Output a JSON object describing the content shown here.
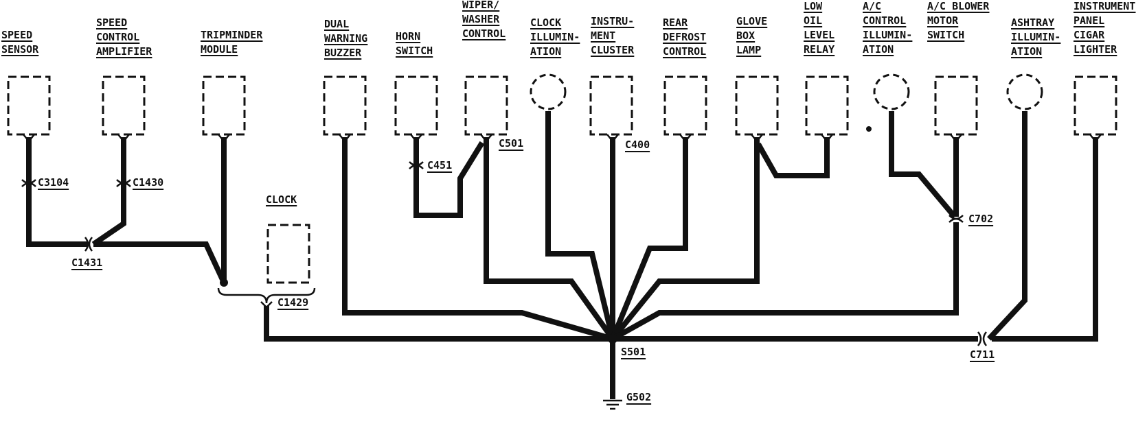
{
  "diagram": {
    "components": [
      {
        "key": "speed_sensor",
        "lines": [
          "SPEED",
          "SENSOR"
        ]
      },
      {
        "key": "speed_control_amplifier",
        "lines": [
          "SPEED",
          "CONTROL",
          "AMPLIFIER"
        ]
      },
      {
        "key": "tripminder_module",
        "lines": [
          "TRIPMINDER",
          "MODULE"
        ]
      },
      {
        "key": "dual_warning_buzzer",
        "lines": [
          "DUAL",
          "WARNING",
          "BUZZER"
        ]
      },
      {
        "key": "horn_switch",
        "lines": [
          "HORN",
          "SWITCH"
        ]
      },
      {
        "key": "wiper_washer_control",
        "lines": [
          "WIPER/",
          "WASHER",
          "CONTROL"
        ]
      },
      {
        "key": "clock_illumination",
        "lines": [
          "CLOCK",
          "ILLUMIN-",
          "ATION"
        ]
      },
      {
        "key": "instrument_cluster",
        "lines": [
          "INSTRU-",
          "MENT",
          "CLUSTER"
        ]
      },
      {
        "key": "rear_defrost_control",
        "lines": [
          "REAR",
          "DEFROST",
          "CONTROL"
        ]
      },
      {
        "key": "glove_box_lamp",
        "lines": [
          "GLOVE",
          "BOX",
          "LAMP"
        ]
      },
      {
        "key": "low_oil_level_relay",
        "lines": [
          "LOW",
          "OIL",
          "LEVEL",
          "RELAY"
        ]
      },
      {
        "key": "ac_control_illumination",
        "lines": [
          "A/C",
          "CONTROL",
          "ILLUMIN-",
          "ATION"
        ]
      },
      {
        "key": "ac_blower_motor_switch",
        "lines": [
          "A/C BLOWER",
          "MOTOR",
          "SWITCH"
        ]
      },
      {
        "key": "ashtray_illumination",
        "lines": [
          "ASHTRAY",
          "ILLUMIN-",
          "ATION"
        ]
      },
      {
        "key": "instrument_panel_cigar_lighter",
        "lines": [
          "INSTRUMENT",
          "PANEL",
          "CIGAR",
          "LIGHTER"
        ]
      },
      {
        "key": "clock",
        "lines": [
          "CLOCK"
        ]
      }
    ],
    "connectors": {
      "c3104": "C3104",
      "c1430": "C1430",
      "c1431": "C1431",
      "c1429": "C1429",
      "c451": "C451",
      "c501": "C501",
      "c400": "C400",
      "c702": "C702",
      "c711": "C711"
    },
    "splice": "S501",
    "ground": "G502",
    "colors": {
      "ink": "#111111",
      "background": "#ffffff"
    }
  }
}
